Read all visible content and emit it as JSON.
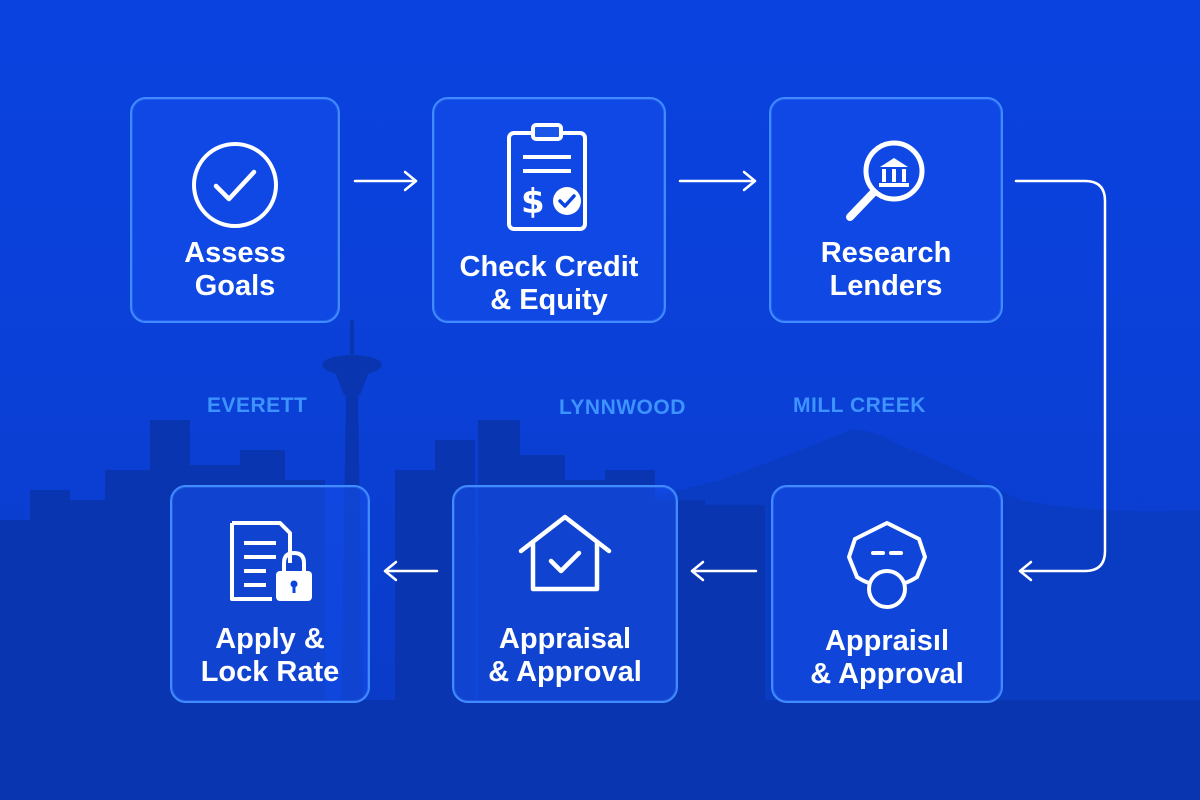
{
  "steps": [
    {
      "id": "assess",
      "line1": "Assess",
      "line2": "Goals",
      "icon": "check-circle-icon"
    },
    {
      "id": "credit",
      "line1": "Check Credit",
      "line2": "& Equity",
      "icon": "clipboard-dollar-icon"
    },
    {
      "id": "research",
      "line1": "Research",
      "line2": "Lenders",
      "icon": "magnifier-bank-icon"
    },
    {
      "id": "appraisal-right",
      "line1": "Appraisıl",
      "line2": "& Approval",
      "icon": "house-face-icon"
    },
    {
      "id": "appraisal-mid",
      "line1": "Appraisal",
      "line2": "& Approval",
      "icon": "house-check-icon"
    },
    {
      "id": "apply",
      "line1": "Apply &",
      "line2": "Lock Rate",
      "icon": "document-lock-icon"
    }
  ],
  "cities": {
    "everett": "EVERETT",
    "lynnwood": "LYNNWOOD",
    "mill_creek": "MILL CREEK"
  },
  "colors": {
    "background": "#0a42e0",
    "card_border": "#3f8bff",
    "city_text": "#3d93ff",
    "skyline": "#0a36b0"
  }
}
